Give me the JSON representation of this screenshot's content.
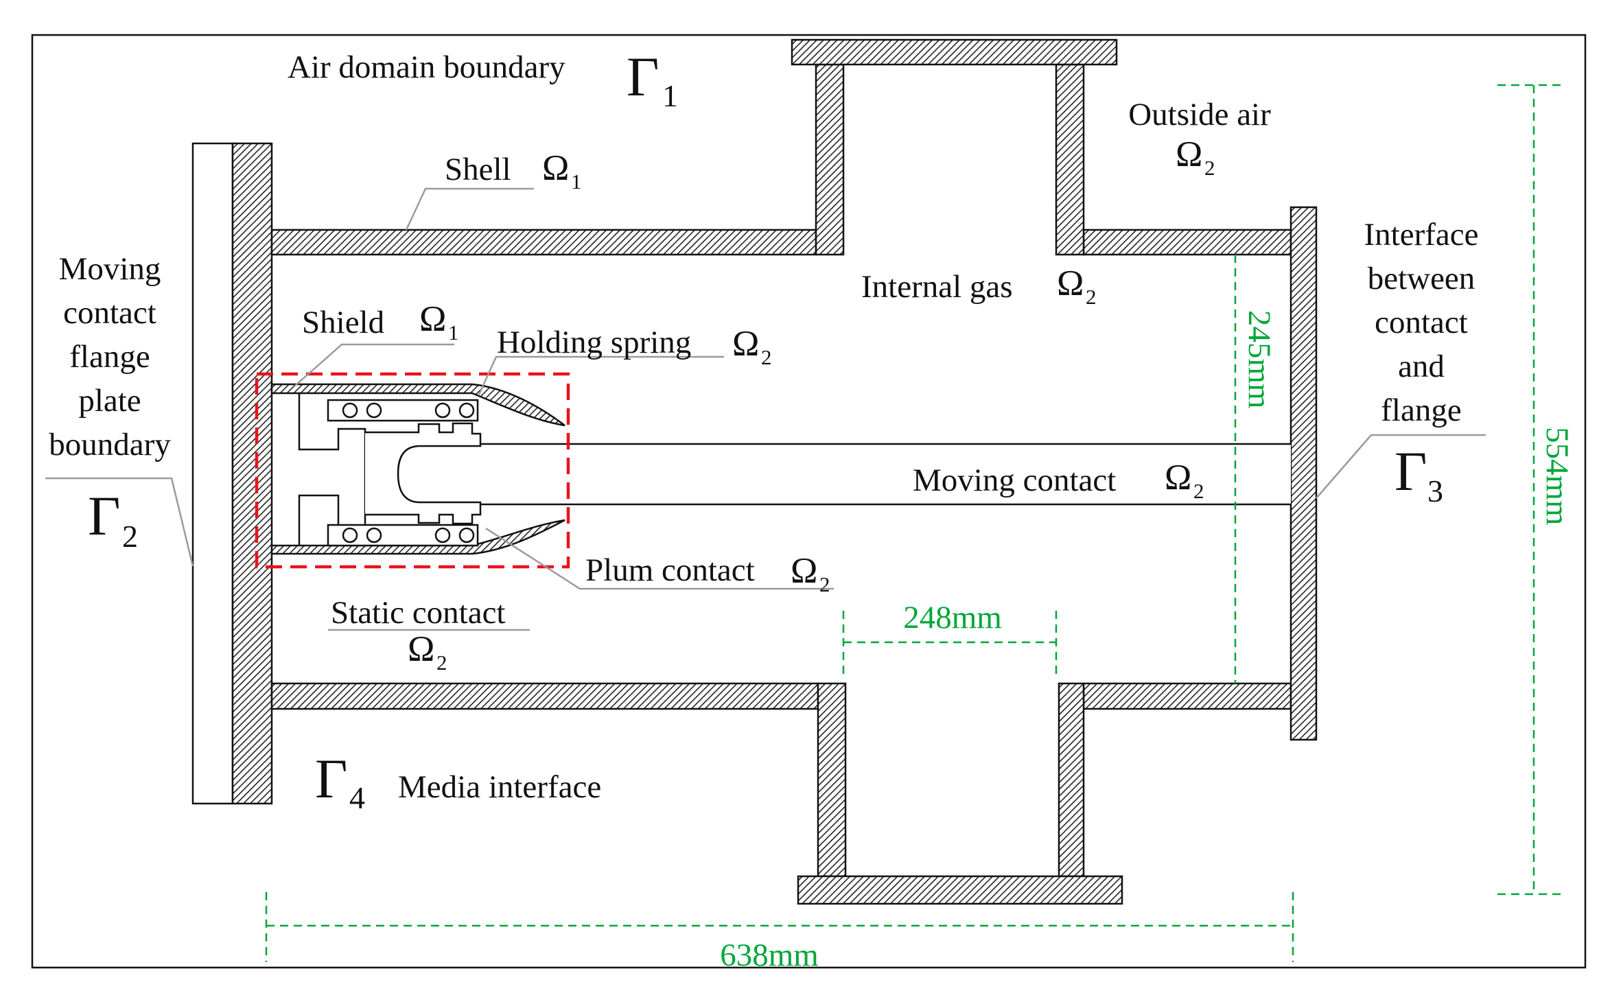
{
  "colors": {
    "outline": "#111111",
    "hatch": "#222222",
    "dimension": "#00a63a",
    "highlight_box": "#e8141d",
    "leader": "#9a9a9a"
  },
  "labels": {
    "air_domain_boundary": {
      "text": "Air domain boundary",
      "symbol": "Γ",
      "sub": "1"
    },
    "shell": {
      "text": "Shell",
      "symbol": "Ω",
      "sub": "1"
    },
    "outside_air": {
      "lines": [
        "Outside air"
      ],
      "symbol": "Ω",
      "sub": "2"
    },
    "internal_gas": {
      "text": "Internal gas",
      "symbol": "Ω",
      "sub": "2"
    },
    "moving_contact_flange": {
      "lines": [
        "Moving",
        "contact",
        "flange",
        "plate",
        "boundary"
      ],
      "symbol": "Γ",
      "sub": "2"
    },
    "shield": {
      "text": "Shield",
      "symbol": "Ω",
      "sub": "1"
    },
    "holding_spring": {
      "text": "Holding spring",
      "symbol": "Ω",
      "sub": "2"
    },
    "moving_contact": {
      "text": "Moving contact",
      "symbol": "Ω",
      "sub": "2"
    },
    "plum_contact": {
      "text": "Plum contact",
      "symbol": "Ω",
      "sub": "2"
    },
    "static_contact": {
      "text": "Static contact",
      "symbol": "Ω",
      "sub": "2"
    },
    "interface_contact_flange": {
      "lines": [
        "Interface",
        "between",
        "contact",
        "and",
        "flange"
      ],
      "symbol": "Γ",
      "sub": "3"
    },
    "media_interface": {
      "text": "Media interface",
      "symbol": "Γ",
      "sub": "4"
    }
  },
  "dimensions": {
    "inner_height": "245mm",
    "total_height": "554mm",
    "branch_width": "248mm",
    "total_length": "638mm"
  }
}
